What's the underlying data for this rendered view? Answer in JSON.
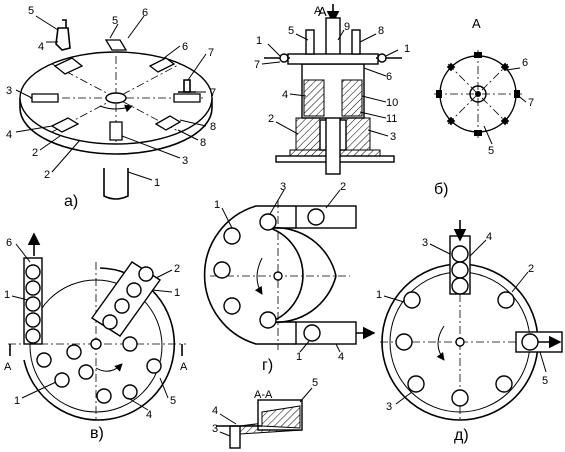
{
  "captions": {
    "a": "а)",
    "b": "б)",
    "v": "в)",
    "g": "г)",
    "d": "д)"
  },
  "view_label": "А",
  "section_label": "А-А",
  "labels": {
    "a": [
      "5",
      "4",
      "5",
      "6",
      "6",
      "7",
      "3",
      "7",
      "4",
      "8",
      "2",
      "8",
      "2",
      "3",
      "1"
    ],
    "b": [
      "А",
      "9",
      "5",
      "8",
      "1",
      "1",
      "7",
      "6",
      "4",
      "10",
      "11",
      "2",
      "3"
    ],
    "b_view": [
      "А",
      "6",
      "7",
      "5"
    ],
    "v": [
      "6",
      "1",
      "2",
      "1",
      "А",
      "А",
      "1",
      "4",
      "5"
    ],
    "v_section": [
      "А-А",
      "5",
      "4",
      "3"
    ],
    "g": [
      "1",
      "3",
      "2",
      "1",
      "4"
    ],
    "d": [
      "3",
      "4",
      "2",
      "1",
      "5",
      "3"
    ]
  }
}
